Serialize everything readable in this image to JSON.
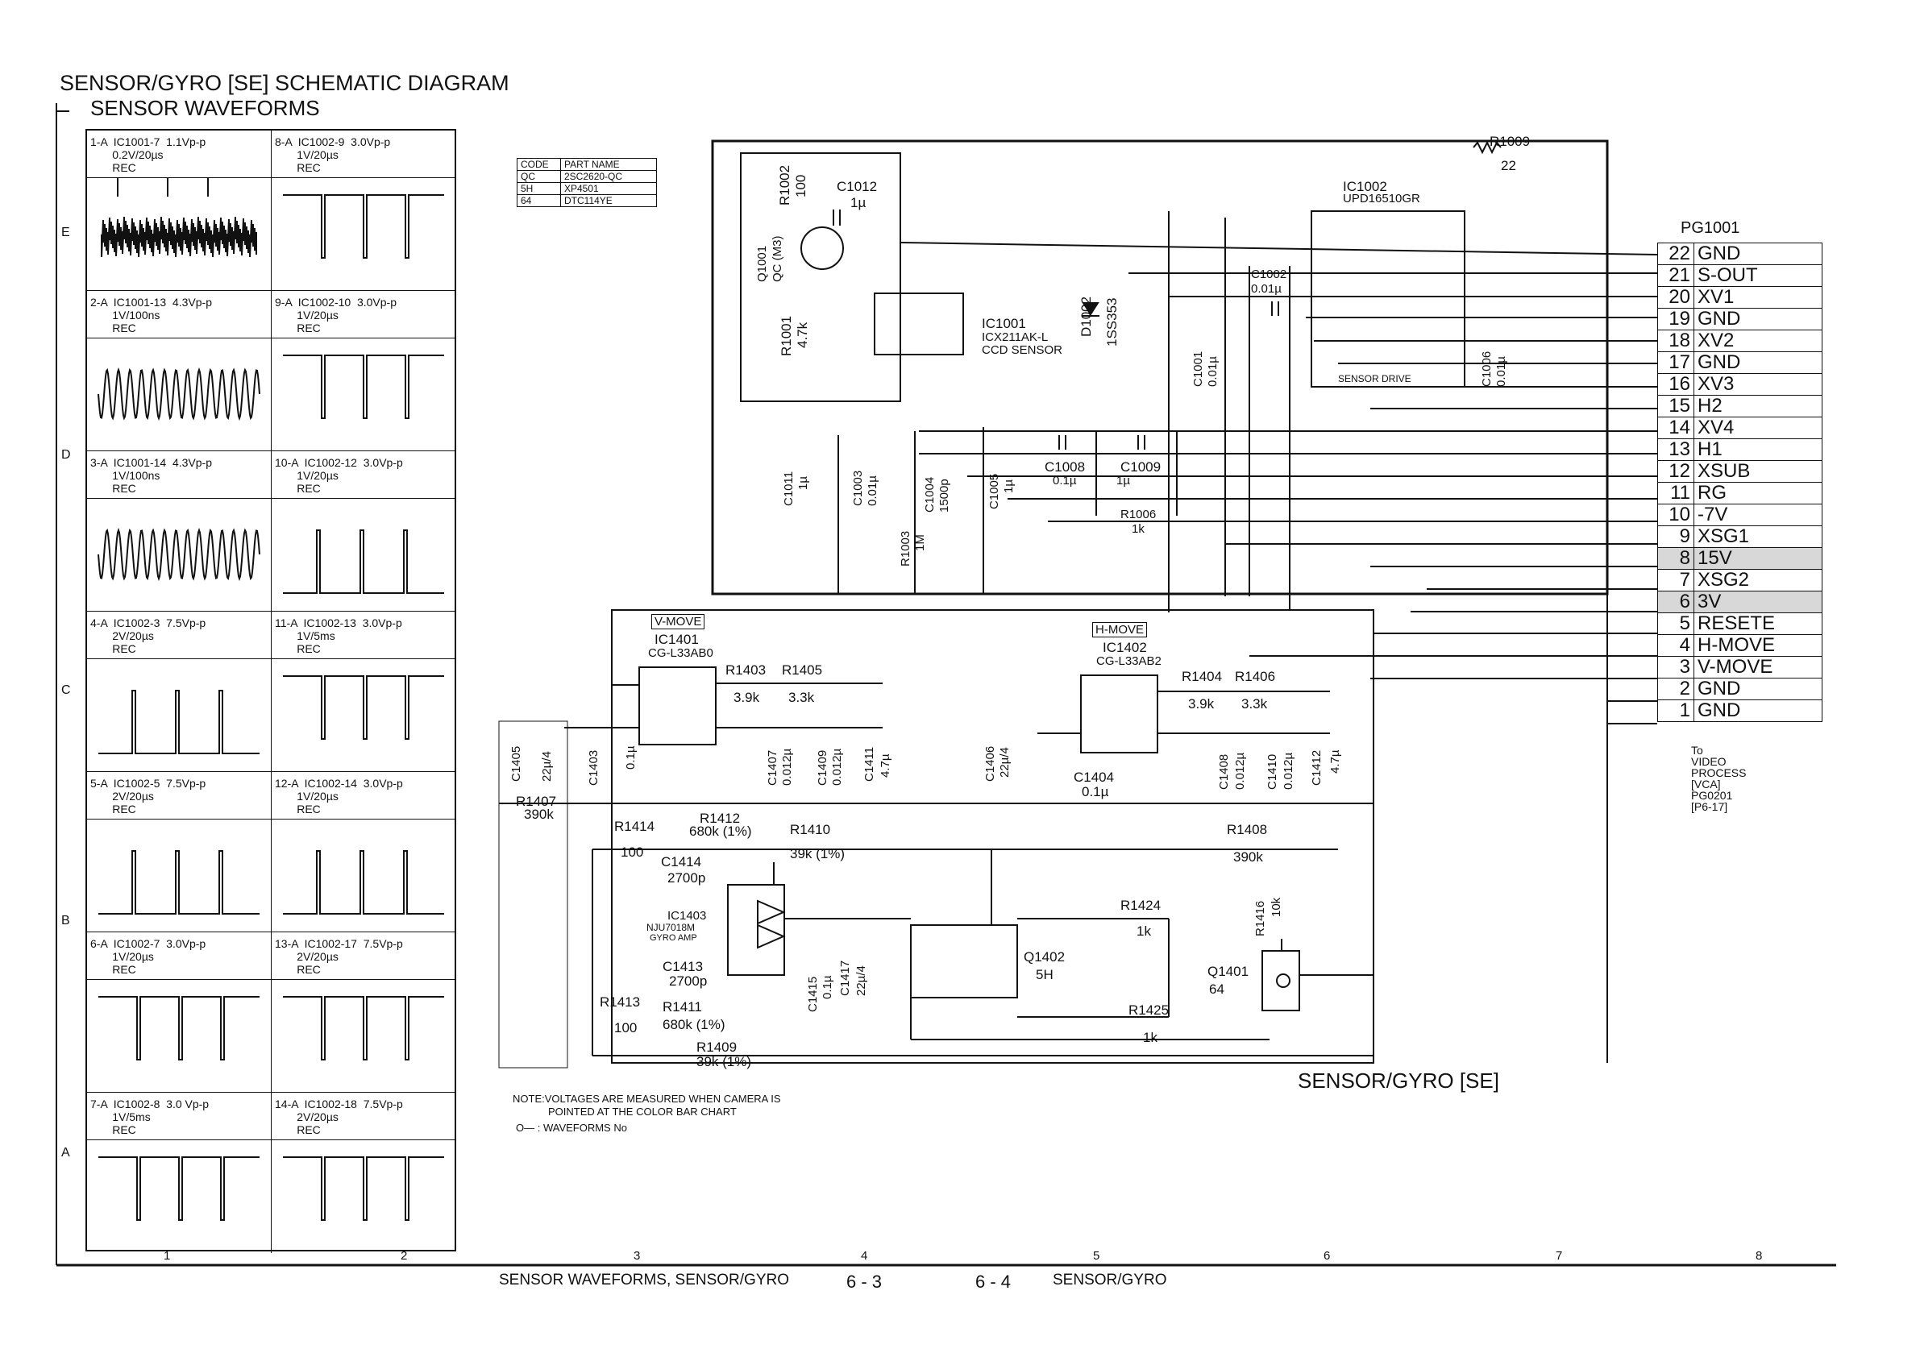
{
  "title": "SENSOR/GYRO [SE] SCHEMATIC DIAGRAM",
  "subtitle": "SENSOR WAVEFORMS",
  "waveforms": [
    {
      "text": "1-A  IC1001-7  1.1Vp-p\n       0.2V/20µs\n       REC",
      "kind": "noise"
    },
    {
      "text": "8-A  IC1002-9  3.0Vp-p\n       1V/20µs\n       REC",
      "kind": "down"
    },
    {
      "text": "2-A  IC1001-13  4.3Vp-p\n       1V/100ns\n       REC",
      "kind": "sine"
    },
    {
      "text": "9-A  IC1002-10  3.0Vp-p\n       1V/20µs\n       REC",
      "kind": "down"
    },
    {
      "text": "3-A  IC1001-14  4.3Vp-p\n       1V/100ns\n       REC",
      "kind": "sine"
    },
    {
      "text": "10-A  IC1002-12  3.0Vp-p\n       1V/20µs\n       REC",
      "kind": "up"
    },
    {
      "text": "4-A  IC1002-3  7.5Vp-p\n       2V/20µs\n       REC",
      "kind": "up"
    },
    {
      "text": "11-A  IC1002-13  3.0Vp-p\n       1V/5ms\n       REC",
      "kind": "down"
    },
    {
      "text": "5-A  IC1002-5  7.5Vp-p\n       2V/20µs\n       REC",
      "kind": "up"
    },
    {
      "text": "12-A  IC1002-14  3.0Vp-p\n       1V/20µs\n       REC",
      "kind": "up"
    },
    {
      "text": "6-A  IC1002-7  3.0Vp-p\n       1V/20µs\n       REC",
      "kind": "down"
    },
    {
      "text": "13-A  IC1002-17  7.5Vp-p\n       2V/20µs\n       REC",
      "kind": "down"
    },
    {
      "text": "7-A  IC1002-8  3.0 Vp-p\n       1V/5ms\n       REC",
      "kind": "down"
    },
    {
      "text": "14-A  IC1002-18  7.5Vp-p\n       2V/20µs\n       REC",
      "kind": "down"
    }
  ],
  "parts_table": {
    "header": [
      "CODE",
      "PART NAME"
    ],
    "rows": [
      [
        "QC",
        "2SC2620-QC"
      ],
      [
        "5H",
        "XP4501"
      ],
      [
        "64",
        "DTC114YE"
      ]
    ]
  },
  "connector": {
    "name": "PG1001",
    "pins": [
      {
        "num": "22",
        "sig": "GND"
      },
      {
        "num": "21",
        "sig": "S-OUT"
      },
      {
        "num": "20",
        "sig": "XV1"
      },
      {
        "num": "19",
        "sig": "GND"
      },
      {
        "num": "18",
        "sig": "XV2"
      },
      {
        "num": "17",
        "sig": "GND"
      },
      {
        "num": "16",
        "sig": "XV3"
      },
      {
        "num": "15",
        "sig": "H2"
      },
      {
        "num": "14",
        "sig": "XV4"
      },
      {
        "num": "13",
        "sig": "H1"
      },
      {
        "num": "12",
        "sig": "XSUB"
      },
      {
        "num": "11",
        "sig": "RG"
      },
      {
        "num": "10",
        "sig": "-7V"
      },
      {
        "num": "9",
        "sig": "XSG1"
      },
      {
        "num": "8",
        "sig": "15V",
        "shaded": true
      },
      {
        "num": "7",
        "sig": "XSG2"
      },
      {
        "num": "6",
        "sig": "3V",
        "shaded": true
      },
      {
        "num": "5",
        "sig": "RESETE"
      },
      {
        "num": "4",
        "sig": "H-MOVE"
      },
      {
        "num": "3",
        "sig": "V-MOVE"
      },
      {
        "num": "2",
        "sig": "GND"
      },
      {
        "num": "1",
        "sig": "GND"
      }
    ],
    "destination": "To\nVIDEO\nPROCESS\n[VCA]\nPG0201\n[P6-17]"
  },
  "labels": {
    "r1009": "R1009",
    "r1009v": "22",
    "r1002": "R1002",
    "r1002v": "100",
    "c1012": "C1012",
    "c1012v": "1µ",
    "q1001": "Q1001",
    "q1001v": "QC (M3)",
    "r1001": "R1001",
    "r1001v": "4.7k",
    "ic1001": "IC1001",
    "ic1001n": "ICX211AK-L",
    "ic1001d": "CCD SENSOR",
    "d1002": "D1002",
    "d1002v": "1SS353",
    "c1001": "C1001",
    "c1001v": "0.01µ",
    "ic1002": "IC1002",
    "ic1002n": "UPD16510GR",
    "ic1002d": "SENSOR DRIVE",
    "c1002": "C1002",
    "c1002v": "0.01µ",
    "c1006": "C1006",
    "c1006v": "0.01µ",
    "c1011": "C1011",
    "c1011v": "1µ",
    "c1003": "C1003",
    "c1003v": "0.01µ",
    "c1004": "C1004",
    "c1004v": "1500p",
    "r1003": "R1003",
    "r1003v": "1M",
    "c1005": "C1005",
    "c1005v": "1µ",
    "c1008": "C1008",
    "c1008v": "0.1µ",
    "c1009": "C1009",
    "c1009v": "1µ",
    "r1006": "R1006",
    "r1006v": "1k",
    "vmove": "V-MOVE",
    "ic1401": "IC1401",
    "ic1401n": "CG-L33AB0",
    "hmove": "H-MOVE",
    "ic1402": "IC1402",
    "ic1402n": "CG-L33AB2",
    "r1403": "R1403",
    "r1403v": "3.9k",
    "r1405": "R1405",
    "r1405v": "3.3k",
    "r1404": "R1404",
    "r1404v": "3.9k",
    "r1406": "R1406",
    "r1406v": "3.3k",
    "c1405": "C1405",
    "c1405v": "22µ/4",
    "c1403": "C1403",
    "c1403v": "0.1µ",
    "c1407": "C1407",
    "c1407v": "0.012µ",
    "c1409": "C1409",
    "c1409v": "0.012µ",
    "c1411": "C1411",
    "c1411v": "4.7µ",
    "c1406": "C1406",
    "c1406v": "22µ/4",
    "c1404": "C1404",
    "c1404v": "0.1µ",
    "c1408": "C1408",
    "c1408v": "0.012µ",
    "c1410": "C1410",
    "c1410v": "0.012µ",
    "c1412": "C1412",
    "c1412v": "4.7µ",
    "r1407": "R1407",
    "r1407v": "390k",
    "r1414": "R1414",
    "r1414v": "100",
    "r1412": "R1412",
    "r1412v": "680k (1%)",
    "r1410": "R1410",
    "r1410v": "39k (1%)",
    "r1408": "R1408",
    "r1408v": "390k",
    "c1414": "C1414",
    "c1414v": "2700p",
    "ic1403": "IC1403",
    "ic1403n": "NJU7018M",
    "ic1403d": "GYRO AMP",
    "c1413": "C1413",
    "c1413v": "2700p",
    "r1413": "R1413",
    "r1413v": "100",
    "r1411": "R1411",
    "r1411v": "680k (1%)",
    "r1409": "R1409",
    "r1409v": "39k (1%)",
    "c1415": "C1415",
    "c1415v": "0.1µ",
    "c1417": "C1417",
    "c1417v": "22µ/4",
    "q1402": "Q1402",
    "q1402v": "5H",
    "r1424": "R1424",
    "r1424v": "1k",
    "r1425": "R1425",
    "r1425v": "1k",
    "r1416": "R1416",
    "r1416v": "10k",
    "q1401": "Q1401",
    "q1401v": "64",
    "section": "SENSOR/GYRO [SE]",
    "note1": "NOTE:VOLTAGES ARE MEASURED WHEN CAMERA IS",
    "note2": "POINTED AT THE COLOR BAR CHART",
    "note3": "O— : WAVEFORMS No"
  },
  "row_letters": [
    "E",
    "D",
    "C",
    "B",
    "A"
  ],
  "col_numbers": [
    "1",
    "2",
    "3",
    "4",
    "5",
    "6",
    "7",
    "8"
  ],
  "footer": {
    "left": "SENSOR WAVEFORMS, SENSOR/GYRO",
    "page_left": "6 - 3",
    "page_right": "6 - 4",
    "right": "SENSOR/GYRO"
  }
}
